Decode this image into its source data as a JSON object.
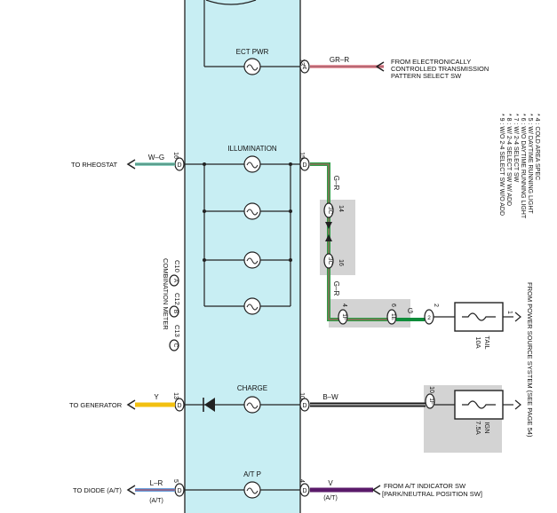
{
  "meter": {
    "label": "COMBINATION METER",
    "connectors": [
      "C10",
      "C12",
      "C13"
    ],
    "connector_tags": [
      "A",
      "B",
      "C"
    ]
  },
  "circuits": {
    "ect": {
      "name": "ECT PWR",
      "pin": "13",
      "conn": "A",
      "wire": "GR–R",
      "dest_lines": [
        "FROM ELECTRONICALLY",
        "CONTROLLED TRANSMISSION",
        "PATTERN SELECT SW"
      ]
    },
    "illum": {
      "name": "ILLUMINATION",
      "pin_left": "16",
      "conn_left": "D",
      "wire_left": "W–G",
      "dest_left": "TO RHEOSTAT",
      "pin_right": "15",
      "conn_right": "D",
      "wire_right_1": "G–R",
      "wire_right_2": "G–R",
      "wire_right_3": "G"
    },
    "charge": {
      "name": "CHARGE",
      "pin_left": "13",
      "conn_left": "D",
      "wire_left": "Y",
      "dest_left": "TO GENERATOR",
      "pin_right": "10",
      "conn_right": "D",
      "wire_right": "B–W"
    },
    "atp": {
      "name": "A/T P",
      "pin_left": "5",
      "conn_left": "D",
      "wire_left": "L–R",
      "wire_left_note": "(A/T)",
      "dest_left": "TO DIODE (A/T)",
      "pin_right": "4",
      "conn_right": "D",
      "wire_right": "V",
      "wire_right_note": "(A/T)",
      "dest_lines": [
        "FROM A/T INDICATOR SW",
        "[PARK/NEUTRAL POSITION SW]"
      ]
    }
  },
  "junctions": {
    "j1": {
      "code": "3C",
      "pin": "14"
    },
    "j2": {
      "code": "3C",
      "pin": "16"
    },
    "j3": {
      "code": "1F",
      "pin": "4"
    },
    "j4": {
      "code": "1E",
      "pin": "6"
    },
    "j5": {
      "code": "2",
      "pin": "2"
    },
    "j6": {
      "code": "1F",
      "pin": "10"
    }
  },
  "fuses": {
    "tail": {
      "amps": "10A",
      "name": "TAIL",
      "pin": "1"
    },
    "ign": {
      "amps": "7.5A",
      "name": "IGN"
    }
  },
  "power_source": "FROM POWER SOURCE SYSTEM (SEE PAGE 54)",
  "notes": [
    "* 4 : COLD AREA SPEC",
    "* 5 : W/ DAYTIME RUNNING LIGHT",
    "* 6 : W/O DAYTIME RUNNING LIGHT",
    "* 7 : W/ 2-4 SELECT SW",
    "* 8 : W/ 2-4 SELECT SW W/ ADD",
    "* 9 : W/O 2-4 SELECT SW W/O ADD"
  ],
  "colors": {
    "meter_fill": "#c8eef3",
    "wire_gr_r": "#e8a0a8",
    "wire_w_g": "#8fd0c0",
    "wire_g_r": "#2f9e48",
    "wire_g": "#0f8c3a",
    "wire_y": "#f2c010",
    "wire_b_w": "#1a1a1a",
    "wire_l_r": "#6aa0dc",
    "wire_v": "#5a1a6a",
    "shade": "#d3d3d3"
  }
}
